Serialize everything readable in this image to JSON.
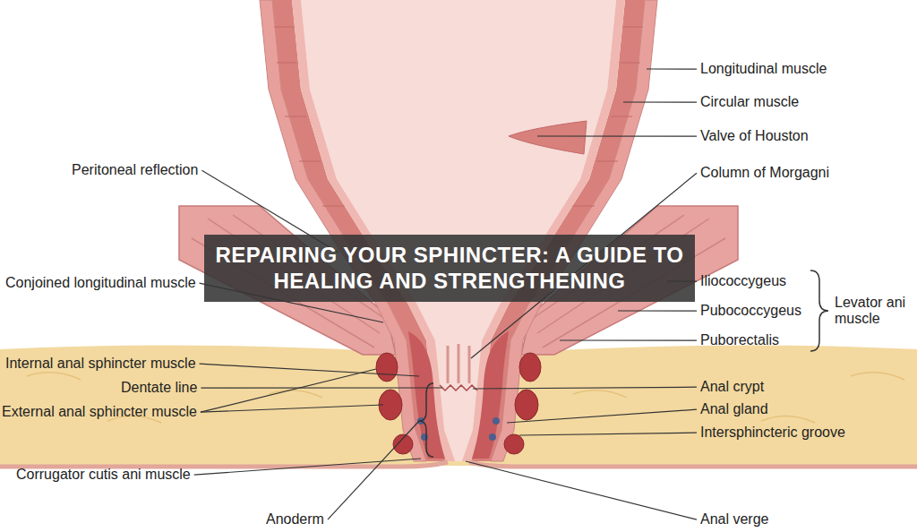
{
  "diagram": {
    "title": "REPAIRING YOUR SPHINCTER: A GUIDE TO HEALING AND STRENGTHENING",
    "labels": [
      "Longitudinal muscle",
      "Circular muscle",
      "Valve of Houston",
      "Peritoneal reflection",
      "Column of Morgagni",
      "Conjoined longitudinal muscle",
      "Iliococcygeus",
      "Pubococcygeus",
      "Levator ani muscle",
      "Puborectalis",
      "Internal anal sphincter muscle",
      "Dentate line",
      "Anal crypt",
      "External anal sphincter muscle",
      "Anal gland",
      "Intersphincteric groove",
      "Corrugator cutis ani muscle",
      "Anoderm",
      "Anal verge"
    ]
  }
}
